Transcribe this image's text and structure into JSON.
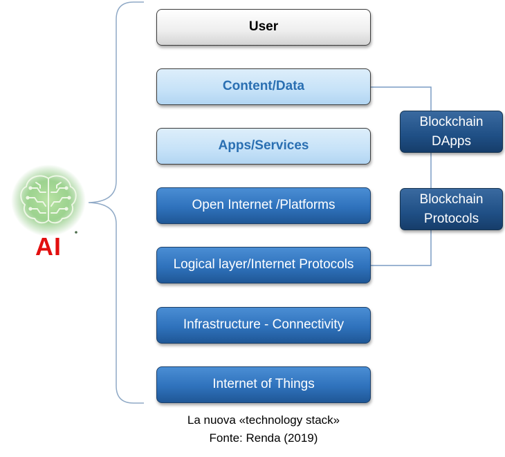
{
  "diagram": {
    "layers": [
      "User",
      "Content/Data",
      "Apps/Services",
      "Open Internet /Platforms",
      "Logical layer/Internet Protocols",
      "Infrastructure - Connectivity",
      "Internet of Things"
    ],
    "side_boxes": [
      {
        "line1": "Blockchain",
        "line2": "DApps"
      },
      {
        "line1": "Blockchain",
        "line2": "Protocols"
      }
    ],
    "ai_label": "AI",
    "brain_icon": "brain-icon",
    "colors": {
      "ai_label": "#e20f0f",
      "light_layer_text": "#2a6fb2",
      "dark_layer": "#2f72bc",
      "side_box": "#1f4f85",
      "connector": "#7a9cc4"
    }
  },
  "caption": {
    "line1": "La nuova «technology stack»",
    "line2": "Fonte: Renda (2019)"
  }
}
